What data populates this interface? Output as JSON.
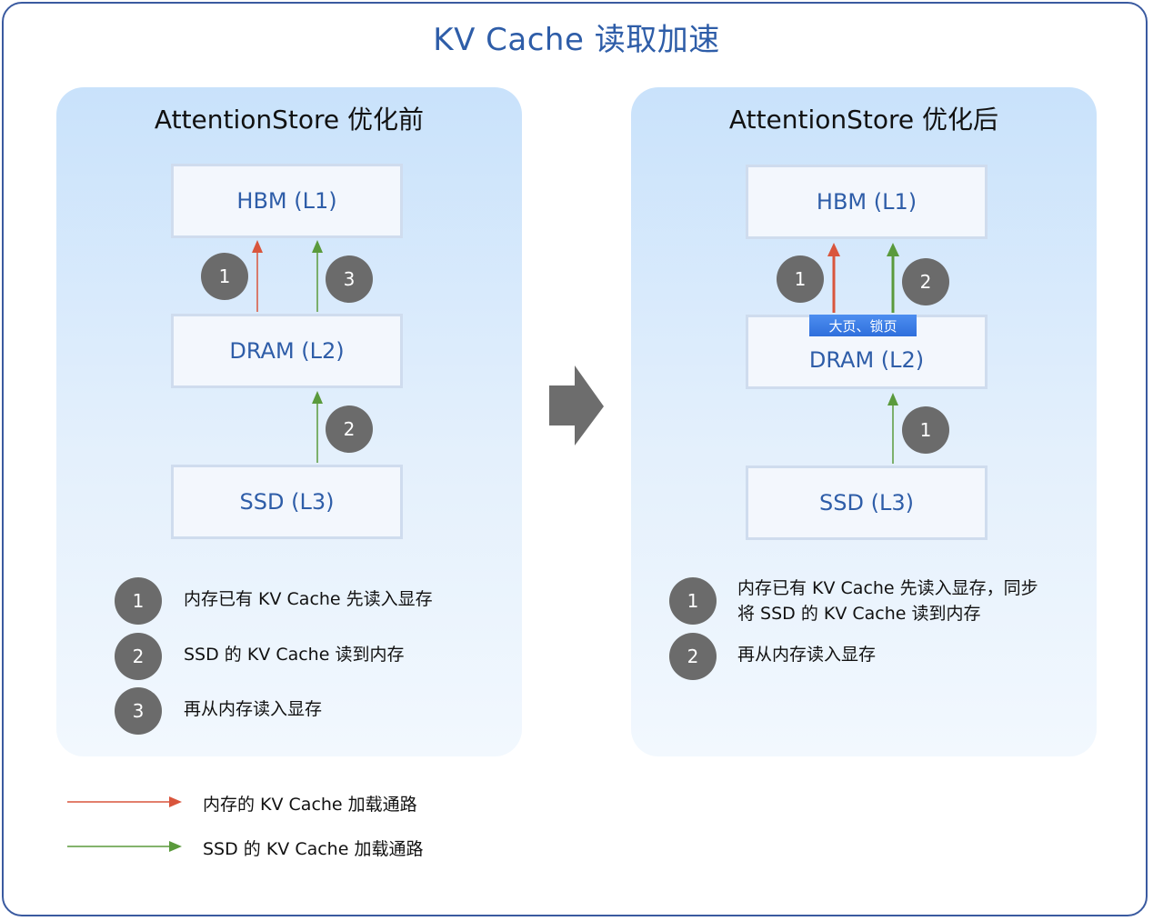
{
  "title": "KV Cache 读取加速",
  "before": {
    "title": "AttentionStore 优化前",
    "boxes": {
      "hbm": "HBM (L1)",
      "dram": "DRAM (L2)",
      "ssd": "SSD (L3)"
    },
    "arrow_badges": [
      "1",
      "3",
      "2"
    ],
    "steps": [
      {
        "num": "1",
        "text": "内存已有 KV Cache 先读入显存"
      },
      {
        "num": "2",
        "text": "SSD 的 KV Cache 读到内存"
      },
      {
        "num": "3",
        "text": "再从内存读入显存"
      }
    ]
  },
  "after": {
    "title": "AttentionStore 优化后",
    "boxes": {
      "hbm": "HBM (L1)",
      "dram": "DRAM (L2)",
      "ssd": "SSD (L3)"
    },
    "tag": "大页、锁页",
    "arrow_badges": [
      "1",
      "2",
      "1"
    ],
    "steps": [
      {
        "num": "1",
        "line1": "内存已有 KV Cache 先读入显存，同步",
        "line2": "将 SSD 的 KV Cache 读到内存"
      },
      {
        "num": "2",
        "text": "再从内存读入显存"
      }
    ]
  },
  "legend": {
    "memory": "内存的 KV Cache 加载通路",
    "ssd": "SSD 的 KV Cache 加载通路"
  },
  "colors": {
    "memory_path": "#d9553c",
    "ssd_path": "#5a9a3c",
    "badge": "#6b6b6b",
    "title": "#2e5da8"
  }
}
